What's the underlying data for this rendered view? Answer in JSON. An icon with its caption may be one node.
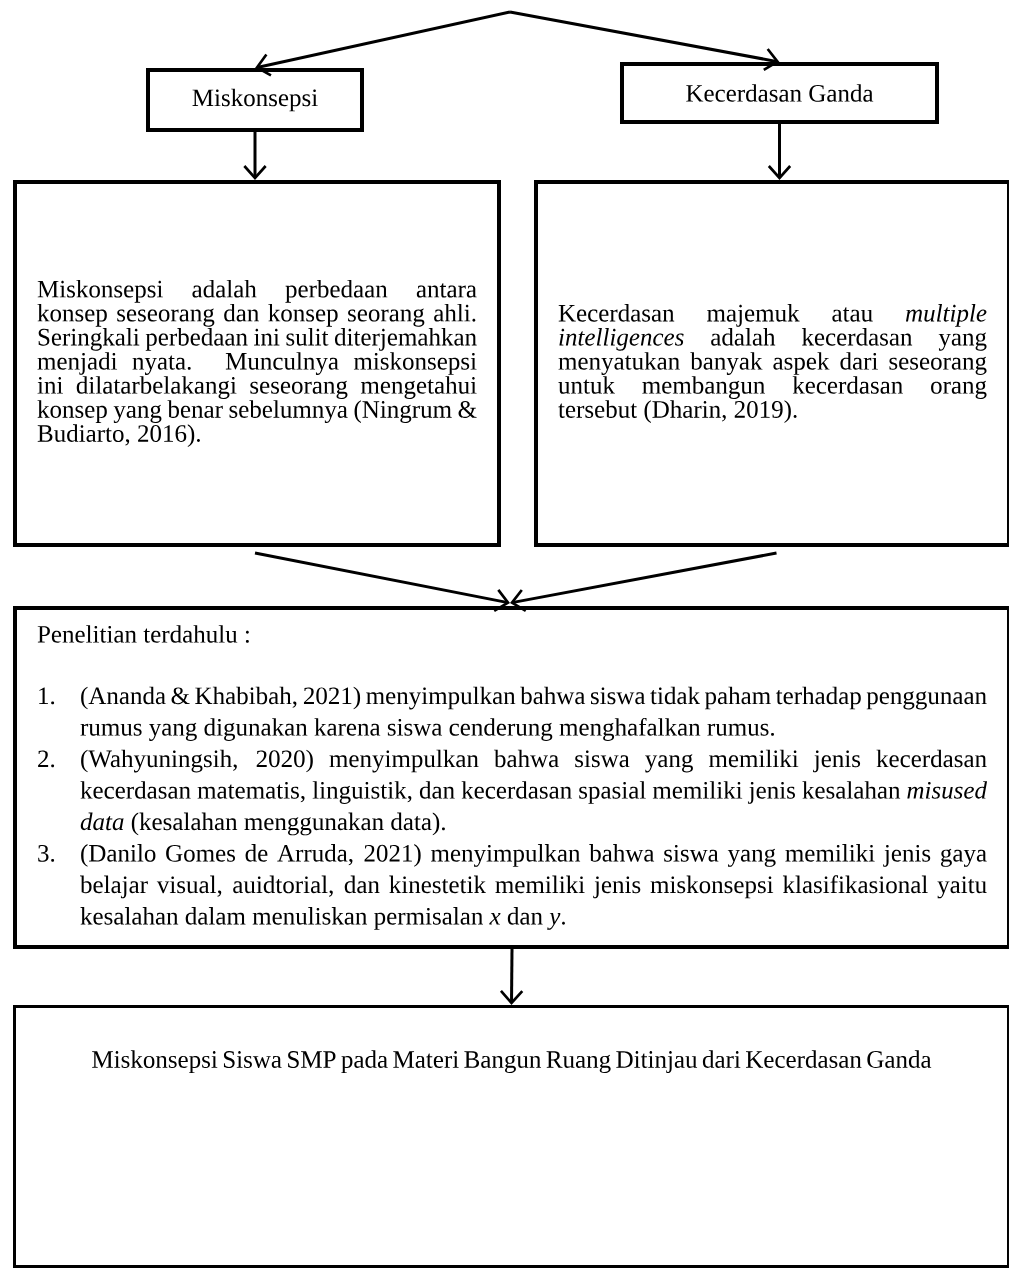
{
  "diagram": {
    "nodes": [
      {
        "text": [
          "Miskonsepsi"
        ]
      },
      {
        "text": [
          "Kecerdasan Ganda"
        ]
      },
      {
        "text": [
          "Miskonsepsi adalah perbedaan antara konsep seseorang dan konsep seorang ahli. Seringkali perbedaan ini sulit diterjemahkan menjadi nyata. Munculnya miskonsepsi ini dilatarbelakangi seseorang mengetahui konsep yang benar sebelumnya (Ningrum & Budiarto, 2016)."
        ]
      },
      {
        "text": [
          "Kecerdasan majemuk atau *multiple intelligences* adalah kecerdasan yang menyatukan banyak aspek dari seseorang untuk membangun kecerdasan orang tersebut (Dharin, 2019)."
        ]
      },
      {
        "text": [
          "Penelitian terdahulu :",
          "1.",
          "(Ananda & Khabibah, 2021) menyimpulkan bahwa siswa tidak paham terhadap penggunaan rumus yang digunakan karena siswa cenderung menghafalkan rumus.",
          "2.",
          "(Wahyuningsih, 2020) menyimpulkan bahwa siswa yang memiliki jenis kecerdasan kecerdasan matematis, linguistik, dan kecerdasan spasial memiliki jenis kesalahan *misused data* (kesalahan menggunakan data).",
          "3.",
          "(Danilo Gomes de Arruda, 2021) menyimpulkan bahwa siswa yang memiliki jenis gaya belajar visual, auidtorial, dan kinestetik memiliki jenis miskonsepsi klasifikasional yaitu kesalahan dalam menuliskan permisalan *x* dan *y*."
        ]
      },
      {
        "text": [
          "Miskonsepsi Siswa SMP pada Materi Bangun Ruang Ditinjau dari Kecerdasan Ganda"
        ]
      }
    ],
    "edges": [
      {
        "from": null,
        "to": 0,
        "arrow": "to"
      },
      {
        "from": null,
        "to": 1,
        "arrow": "to"
      },
      {
        "from": 0,
        "to": 2,
        "arrow": "to"
      },
      {
        "from": 1,
        "to": 3,
        "arrow": "to"
      },
      {
        "from": 2,
        "to": 4,
        "arrow": "to"
      },
      {
        "from": 3,
        "to": 4,
        "arrow": "to"
      },
      {
        "from": 4,
        "to": 5,
        "arrow": "to"
      }
    ]
  }
}
